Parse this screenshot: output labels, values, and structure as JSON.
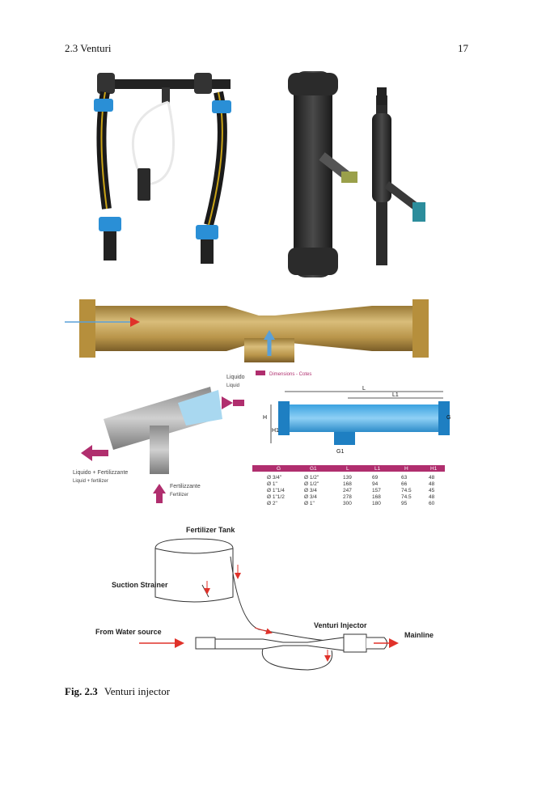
{
  "header": {
    "section": "2.3   Venturi",
    "page_number": "17"
  },
  "figure": {
    "caption_label": "Fig. 2.3",
    "caption_text": "Venturi injector",
    "catalog": {
      "legend_label": "Dimensions - Cotes",
      "cutaway_labels": {
        "liquid_in_it": "Liquido",
        "liquid_in_en": "Liquid",
        "mix_out_it": "Liquido + Fertilizzante",
        "mix_out_en": "Liquid + fertilizer",
        "fert_in_it": "Fertilizzante",
        "fert_in_en": "Fertilizer"
      },
      "dim_labels": {
        "L": "L",
        "L1": "L1",
        "H": "H",
        "H1": "H1",
        "G": "G",
        "G1": "G1"
      },
      "table": {
        "headers": [
          "G",
          "G1",
          "L",
          "L1",
          "H",
          "H1"
        ],
        "rows": [
          [
            "Ø 3/4\"",
            "Ø 1/2\"",
            "139",
            "69",
            "63",
            "48"
          ],
          [
            "Ø 1\"",
            "Ø 1/2\"",
            "168",
            "94",
            "66",
            "48"
          ],
          [
            "Ø 1\"1/4",
            "Ø 3/4",
            "247",
            "157",
            "74.5",
            "45"
          ],
          [
            "Ø 1\"1/2",
            "Ø 3/4",
            "278",
            "168",
            "74.5",
            "48"
          ],
          [
            "Ø 2\"",
            "Ø 1\"",
            "300",
            "180",
            "95",
            "60"
          ]
        ]
      }
    },
    "schematic": {
      "tank_label": "Fertilizer Tank",
      "strainer_label": "Suction Strainer",
      "source_label": "From Water source",
      "injector_label": "Venturi Injector",
      "mainline_label": "Mainline"
    }
  }
}
